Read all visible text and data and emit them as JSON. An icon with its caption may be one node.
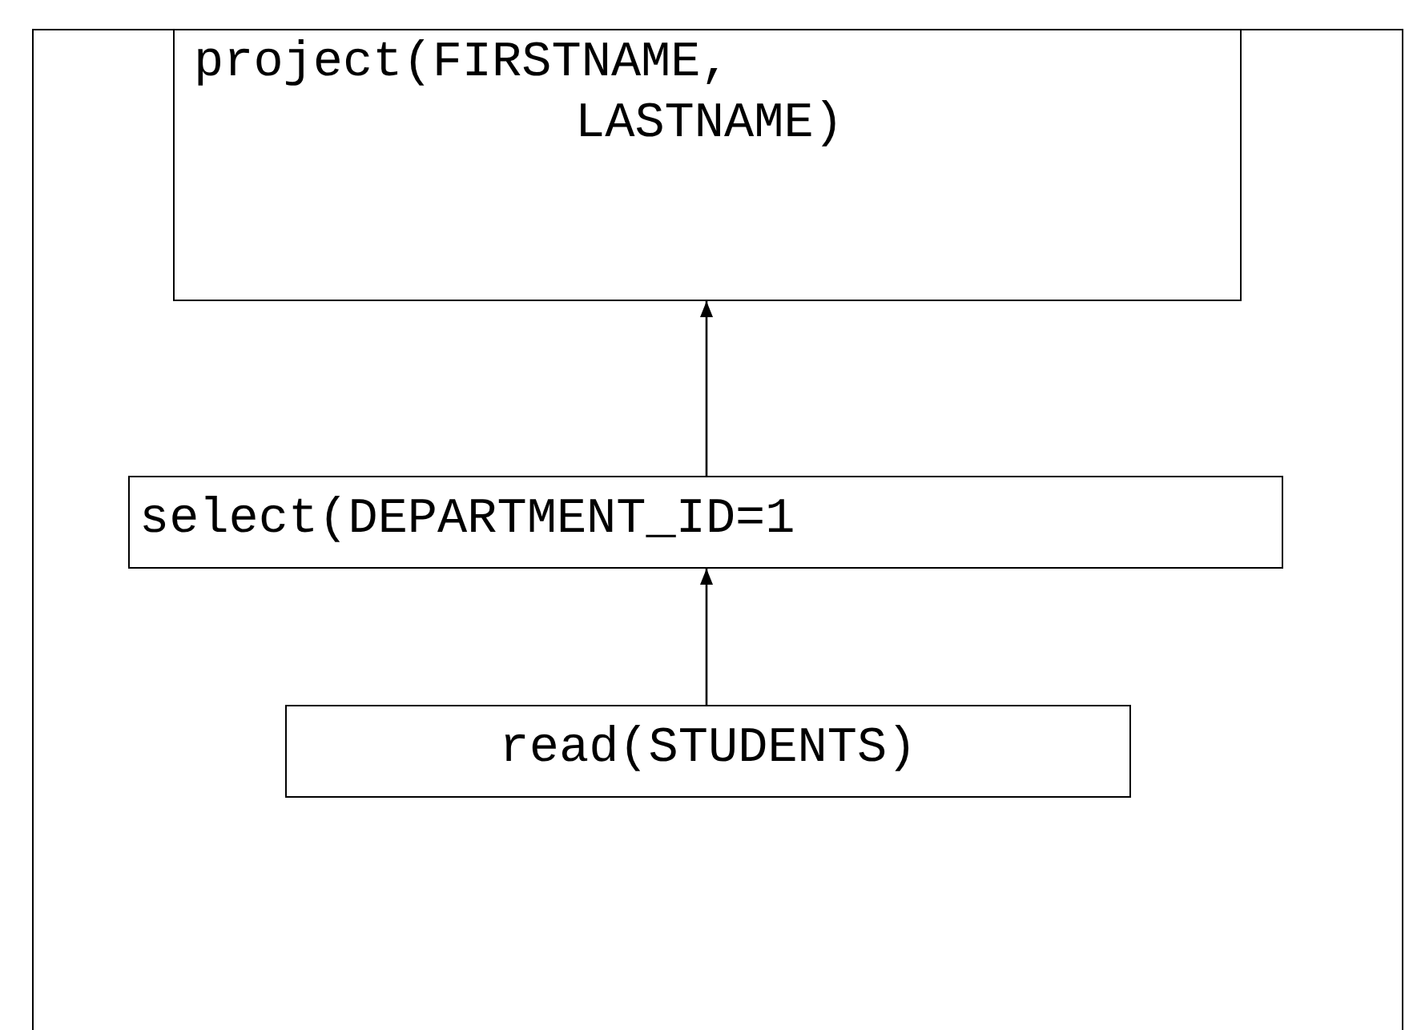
{
  "diagram": {
    "nodes": [
      {
        "text": [
          "project(FIRSTNAME, LASTNAME)"
        ]
      },
      {
        "text": [
          "select(DEPARTMENT_ID=1"
        ]
      },
      {
        "text": [
          "read(STUDENTS)"
        ]
      }
    ],
    "edges": [
      {
        "from": 2,
        "to": 1,
        "arrow": "to"
      },
      {
        "from": 1,
        "to": 0,
        "arrow": "to"
      }
    ]
  }
}
